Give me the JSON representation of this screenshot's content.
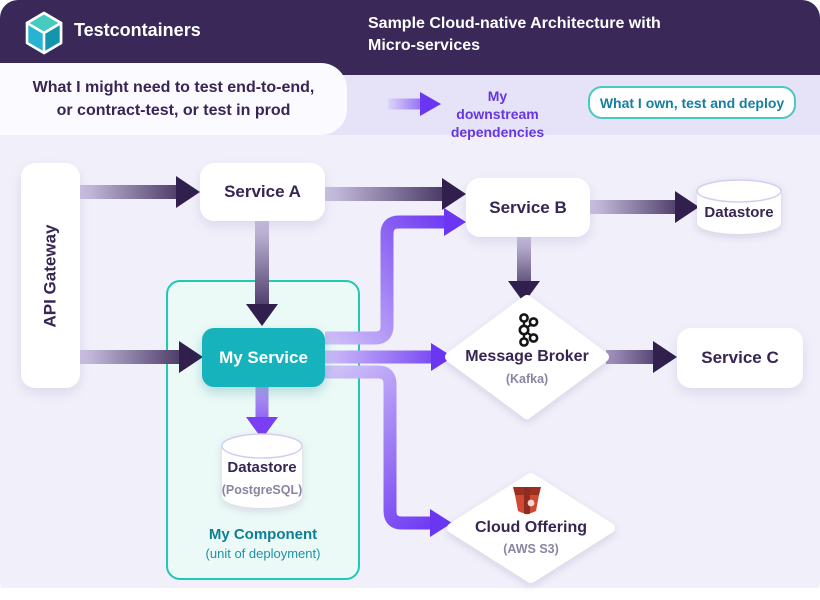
{
  "header": {
    "brand": "Testcontainers",
    "title_line1": "Sample Cloud-native Architecture with",
    "title_line2": "Micro-services"
  },
  "legend": {
    "callout_line1": "What I might need to test end-to-end,",
    "callout_line2": "or contract-test, or test in prod",
    "downstream_line1": "My downstream",
    "downstream_line2": "dependencies",
    "own_chip": "What I own, test and deploy"
  },
  "nodes": {
    "api_gateway": "API Gateway",
    "service_a": "Service A",
    "service_b": "Service B",
    "service_c": "Service C",
    "my_service": "My Service",
    "datastore_pg": "Datastore",
    "datastore_pg_sub": "(PostgreSQL)",
    "datastore_b": "Datastore",
    "message_broker": "Message Broker",
    "message_broker_sub": "(Kafka)",
    "cloud_offering": "Cloud Offering",
    "cloud_offering_sub": "(AWS S3)",
    "my_component": "My Component",
    "my_component_sub": "(unit of deployment)"
  },
  "edges": [
    {
      "from": "API Gateway",
      "to": "Service A",
      "type": "dark"
    },
    {
      "from": "API Gateway",
      "to": "My Service",
      "type": "dark"
    },
    {
      "from": "Service A",
      "to": "My Service",
      "type": "dark"
    },
    {
      "from": "Service A",
      "to": "Service B",
      "type": "dark"
    },
    {
      "from": "Service B",
      "to": "Datastore",
      "type": "dark"
    },
    {
      "from": "Service B",
      "to": "Message Broker (Kafka)",
      "type": "dark"
    },
    {
      "from": "Message Broker (Kafka)",
      "to": "Service C",
      "type": "dark"
    },
    {
      "from": "My Service",
      "to": "Service B",
      "type": "downstream"
    },
    {
      "from": "My Service",
      "to": "Message Broker (Kafka)",
      "type": "downstream"
    },
    {
      "from": "My Service",
      "to": "Cloud Offering (AWS S3)",
      "type": "downstream"
    },
    {
      "from": "My Service",
      "to": "Datastore (PostgreSQL)",
      "type": "downstream"
    }
  ],
  "colors": {
    "header_bg": "#392858",
    "legend_bg": "#e6e2f7",
    "canvas_bg": "#f1f0fa",
    "dark_arrow": "#311f4e",
    "accent_purple": "#6b36f2",
    "teal_node": "#16b3bc",
    "component_border": "#1fc9b5",
    "own_chip_text": "#177e9d",
    "node_text": "#372554"
  }
}
